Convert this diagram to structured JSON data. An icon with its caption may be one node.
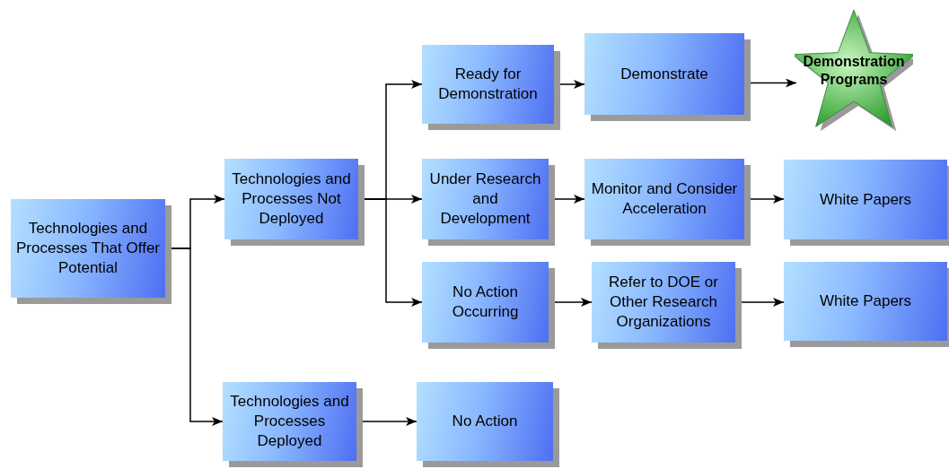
{
  "diagram": {
    "nodes": [
      {
        "text": [
          "Technologies and Processes That Offer Potential"
        ]
      },
      {
        "text": [
          "Technologies and Processes Not Deployed"
        ]
      },
      {
        "text": [
          "Technologies and Processes Deployed"
        ]
      },
      {
        "text": [
          "Ready for Demonstration"
        ]
      },
      {
        "text": [
          "Under Research and Development"
        ]
      },
      {
        "text": [
          "No Action Occurring"
        ]
      },
      {
        "text": [
          "No Action"
        ]
      },
      {
        "text": [
          "Demonstrate"
        ]
      },
      {
        "text": [
          "Demonstration Programs"
        ]
      },
      {
        "text": [
          "Monitor and Consider Acceleration"
        ]
      },
      {
        "text": [
          "Refer to DOE or Other Research Organizations"
        ]
      },
      {
        "text": [
          "White Papers"
        ]
      },
      {
        "text": [
          "White Papers"
        ]
      }
    ],
    "edges": [
      {
        "from": 0,
        "to": 1,
        "arrow": "to"
      },
      {
        "from": 0,
        "to": 2,
        "arrow": "to"
      },
      {
        "from": 1,
        "to": 3,
        "arrow": "to"
      },
      {
        "from": 1,
        "to": 4,
        "arrow": "to"
      },
      {
        "from": 1,
        "to": 5,
        "arrow": "to"
      },
      {
        "from": 2,
        "to": 6,
        "arrow": "to"
      },
      {
        "from": 3,
        "to": 7,
        "arrow": "to"
      },
      {
        "from": 7,
        "to": 8,
        "arrow": "to"
      },
      {
        "from": 4,
        "to": 9,
        "arrow": "to"
      },
      {
        "from": 9,
        "to": 11,
        "arrow": "to"
      },
      {
        "from": 5,
        "to": 10,
        "arrow": "to"
      },
      {
        "from": 10,
        "to": 12,
        "arrow": "to"
      }
    ]
  }
}
